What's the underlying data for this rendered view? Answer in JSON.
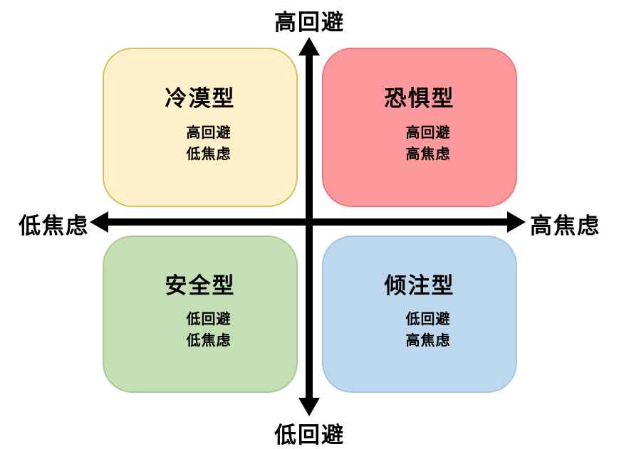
{
  "diagram": {
    "title_hint": "attachment-style quadrant chart",
    "axes": {
      "axis_color": "#000000",
      "top_label": "高回避",
      "bottom_label": "低回避",
      "left_label": "低焦虑",
      "right_label": "高焦虑"
    },
    "quadrants": [
      {
        "position": "top-left",
        "title": "冷漠型",
        "line1": "高回避",
        "line2": "低焦虑",
        "fill": "#FFF0C9",
        "border": "#D9BE5B"
      },
      {
        "position": "top-right",
        "title": "恐惧型",
        "line1": "高回避",
        "line2": "高焦虑",
        "fill": "#FC999D",
        "border": "#F0767F"
      },
      {
        "position": "bottom-left",
        "title": "安全型",
        "line1": "低回避",
        "line2": "低焦虑",
        "fill": "#C5DFB4",
        "border": "#A9CA96"
      },
      {
        "position": "bottom-right",
        "title": "倾注型",
        "line1": "低回避",
        "line2": "高焦虑",
        "fill": "#BDD7EE",
        "border": "#A3C6E2"
      }
    ]
  },
  "chart_data": {
    "type": "table",
    "title": "",
    "x_axis": {
      "negative": "低焦虑",
      "positive": "高焦虑"
    },
    "y_axis": {
      "negative": "低回避",
      "positive": "高回避"
    },
    "cells": [
      {
        "x": "低焦虑",
        "y": "高回避",
        "label": "冷漠型",
        "traits": [
          "高回避",
          "低焦虑"
        ]
      },
      {
        "x": "高焦虑",
        "y": "高回避",
        "label": "恐惧型",
        "traits": [
          "高回避",
          "高焦虑"
        ]
      },
      {
        "x": "低焦虑",
        "y": "低回避",
        "label": "安全型",
        "traits": [
          "低回避",
          "低焦虑"
        ]
      },
      {
        "x": "高焦虑",
        "y": "低回避",
        "label": "倾注型",
        "traits": [
          "低回避",
          "高焦虑"
        ]
      }
    ]
  }
}
